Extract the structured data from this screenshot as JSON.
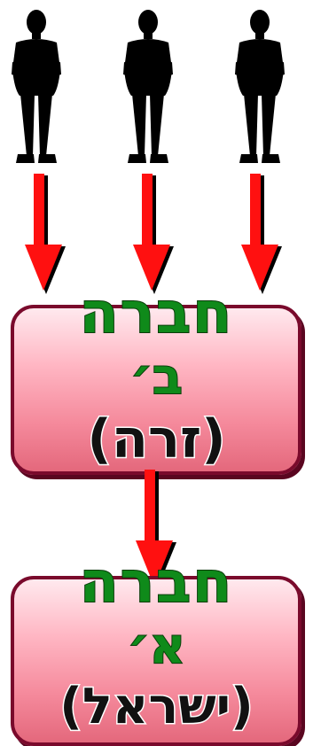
{
  "top_box": {
    "line1": "חברה",
    "line2": "ב׳",
    "line3": "(זרה)"
  },
  "bottom_box": {
    "line1": "חברה",
    "line2": "א׳",
    "line3": "(ישראל)"
  }
}
